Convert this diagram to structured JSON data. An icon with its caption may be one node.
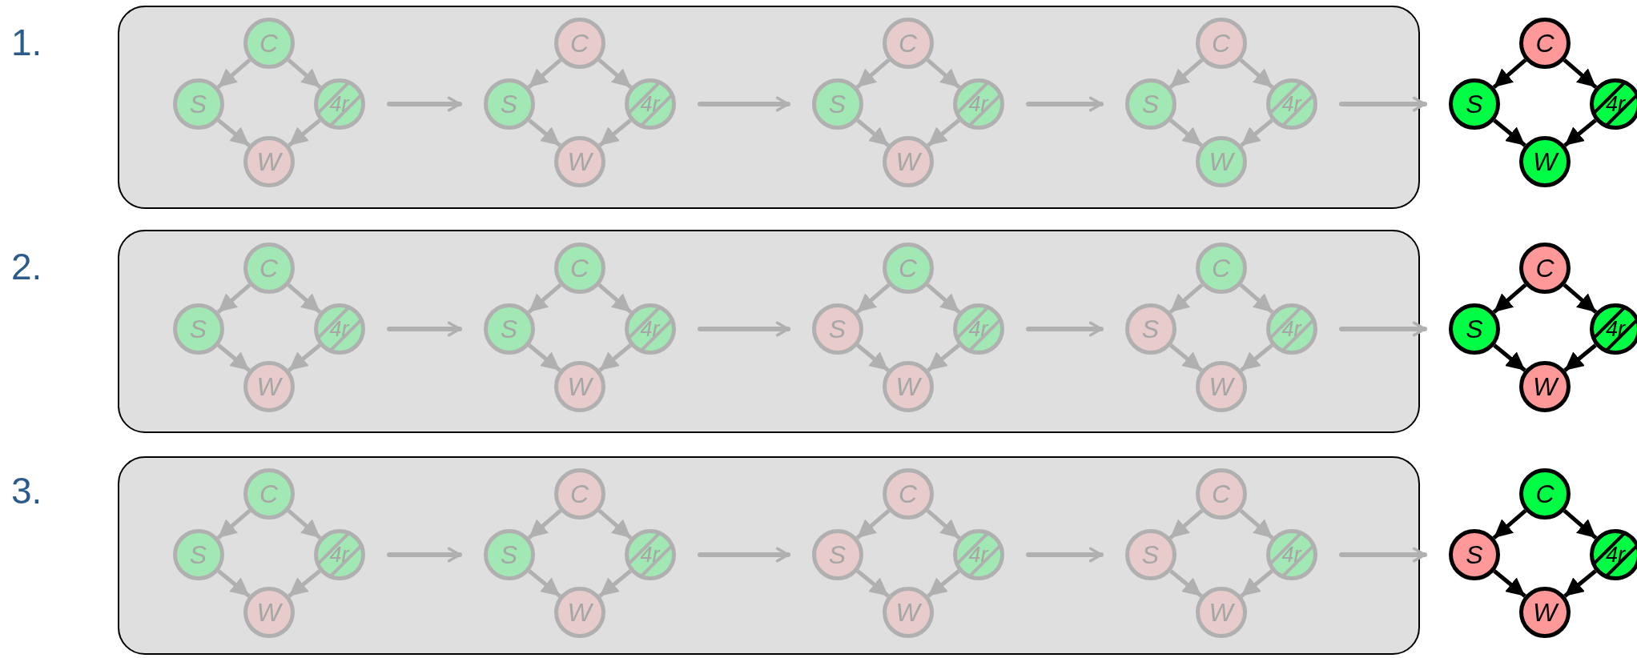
{
  "diagram": {
    "nodes": [
      {
        "text": [],
        "shape": "box"
      },
      {
        "text": [
          "C"
        ],
        "in": 0
      },
      {
        "text": [
          "S"
        ],
        "in": 0
      },
      {
        "text": [
          "4r"
        ],
        "in": 0
      },
      {
        "text": [
          "W"
        ],
        "in": 0
      },
      {
        "text": [
          "C"
        ],
        "in": 0
      },
      {
        "text": [
          "S"
        ],
        "in": 0
      },
      {
        "text": [
          "4r"
        ],
        "in": 0
      },
      {
        "text": [
          "W"
        ],
        "in": 0
      },
      {
        "text": [
          "C"
        ],
        "in": 0
      },
      {
        "text": [
          "S"
        ],
        "in": 0
      },
      {
        "text": [
          "4r"
        ],
        "in": 0
      },
      {
        "text": [
          "W"
        ],
        "in": 0
      },
      {
        "text": [
          "C"
        ],
        "in": 0
      },
      {
        "text": [
          "S"
        ],
        "in": 0
      },
      {
        "text": [
          "4r"
        ],
        "in": 0
      },
      {
        "text": [
          "W"
        ],
        "in": 0
      },
      {
        "text": [
          "C"
        ]
      },
      {
        "text": [
          "S"
        ]
      },
      {
        "text": [
          "4r"
        ]
      },
      {
        "text": [
          "W"
        ]
      },
      {
        "text": [],
        "shape": "box"
      },
      {
        "text": [
          "C"
        ],
        "in": 21
      },
      {
        "text": [
          "S"
        ],
        "in": 21
      },
      {
        "text": [
          "4r"
        ],
        "in": 21
      },
      {
        "text": [
          "W"
        ],
        "in": 21
      },
      {
        "text": [
          "C"
        ],
        "in": 21
      },
      {
        "text": [
          "S"
        ],
        "in": 21
      },
      {
        "text": [
          "4r"
        ],
        "in": 21
      },
      {
        "text": [
          "W"
        ],
        "in": 21
      },
      {
        "text": [
          "C"
        ],
        "in": 21
      },
      {
        "text": [
          "S"
        ],
        "in": 21
      },
      {
        "text": [
          "4r"
        ],
        "in": 21
      },
      {
        "text": [
          "W"
        ],
        "in": 21
      },
      {
        "text": [
          "C"
        ],
        "in": 21
      },
      {
        "text": [
          "S"
        ],
        "in": 21
      },
      {
        "text": [
          "4r"
        ],
        "in": 21
      },
      {
        "text": [
          "W"
        ],
        "in": 21
      },
      {
        "text": [
          "C"
        ]
      },
      {
        "text": [
          "S"
        ]
      },
      {
        "text": [
          "4r"
        ]
      },
      {
        "text": [
          "W"
        ]
      },
      {
        "text": [],
        "shape": "box"
      },
      {
        "text": [
          "C"
        ],
        "in": 42
      },
      {
        "text": [
          "S"
        ],
        "in": 42
      },
      {
        "text": [
          "4r"
        ],
        "in": 42
      },
      {
        "text": [
          "W"
        ],
        "in": 42
      },
      {
        "text": [
          "C"
        ],
        "in": 42
      },
      {
        "text": [
          "S"
        ],
        "in": 42
      },
      {
        "text": [
          "4r"
        ],
        "in": 42
      },
      {
        "text": [
          "W"
        ],
        "in": 42
      },
      {
        "text": [
          "C"
        ],
        "in": 42
      },
      {
        "text": [
          "S"
        ],
        "in": 42
      },
      {
        "text": [
          "4r"
        ],
        "in": 42
      },
      {
        "text": [
          "W"
        ],
        "in": 42
      },
      {
        "text": [
          "C"
        ],
        "in": 42
      },
      {
        "text": [
          "S"
        ],
        "in": 42
      },
      {
        "text": [
          "4r"
        ],
        "in": 42
      },
      {
        "text": [
          "W"
        ],
        "in": 42
      },
      {
        "text": [
          "C"
        ]
      },
      {
        "text": [
          "S"
        ]
      },
      {
        "text": [
          "4r"
        ]
      },
      {
        "text": [
          "W"
        ]
      }
    ],
    "edges": [
      {
        "from": 1,
        "to": 2,
        "arrow": "to"
      },
      {
        "from": 1,
        "to": 3,
        "arrow": "to"
      },
      {
        "from": 2,
        "to": 4,
        "arrow": "to"
      },
      {
        "from": 3,
        "to": 4,
        "arrow": "to"
      },
      {
        "from": 3,
        "to": 6,
        "arrow": "to"
      },
      {
        "from": 5,
        "to": 6,
        "arrow": "to"
      },
      {
        "from": 5,
        "to": 7,
        "arrow": "to"
      },
      {
        "from": 6,
        "to": 8,
        "arrow": "to"
      },
      {
        "from": 7,
        "to": 8,
        "arrow": "to"
      },
      {
        "from": 7,
        "to": 10,
        "arrow": "to"
      },
      {
        "from": 9,
        "to": 10,
        "arrow": "to"
      },
      {
        "from": 9,
        "to": 11,
        "arrow": "to"
      },
      {
        "from": 10,
        "to": 12,
        "arrow": "to"
      },
      {
        "from": 11,
        "to": 12,
        "arrow": "to"
      },
      {
        "from": 11,
        "to": 14,
        "arrow": "to"
      },
      {
        "from": 13,
        "to": 14,
        "arrow": "to"
      },
      {
        "from": 13,
        "to": 15,
        "arrow": "to"
      },
      {
        "from": 14,
        "to": 16,
        "arrow": "to"
      },
      {
        "from": 15,
        "to": 16,
        "arrow": "to"
      },
      {
        "from": 15,
        "to": 18,
        "arrow": "to"
      },
      {
        "from": 17,
        "to": 18,
        "arrow": "to",
        "color": "#000000"
      },
      {
        "from": 17,
        "to": 19,
        "arrow": "to",
        "color": "#000000"
      },
      {
        "from": 18,
        "to": 20,
        "arrow": "to",
        "color": "#000000"
      },
      {
        "from": 19,
        "to": 20,
        "arrow": "to",
        "color": "#000000"
      },
      {
        "from": 22,
        "to": 23,
        "arrow": "to"
      },
      {
        "from": 22,
        "to": 24,
        "arrow": "to"
      },
      {
        "from": 23,
        "to": 25,
        "arrow": "to"
      },
      {
        "from": 24,
        "to": 25,
        "arrow": "to"
      },
      {
        "from": 24,
        "to": 27,
        "arrow": "to"
      },
      {
        "from": 26,
        "to": 27,
        "arrow": "to"
      },
      {
        "from": 26,
        "to": 28,
        "arrow": "to"
      },
      {
        "from": 27,
        "to": 29,
        "arrow": "to"
      },
      {
        "from": 28,
        "to": 29,
        "arrow": "to"
      },
      {
        "from": 28,
        "to": 31,
        "arrow": "to"
      },
      {
        "from": 30,
        "to": 31,
        "arrow": "to"
      },
      {
        "from": 30,
        "to": 32,
        "arrow": "to"
      },
      {
        "from": 31,
        "to": 33,
        "arrow": "to"
      },
      {
        "from": 32,
        "to": 33,
        "arrow": "to"
      },
      {
        "from": 32,
        "to": 35,
        "arrow": "to"
      },
      {
        "from": 34,
        "to": 35,
        "arrow": "to"
      },
      {
        "from": 34,
        "to": 36,
        "arrow": "to"
      },
      {
        "from": 35,
        "to": 37,
        "arrow": "to"
      },
      {
        "from": 36,
        "to": 37,
        "arrow": "to"
      },
      {
        "from": 36,
        "to": 39,
        "arrow": "to"
      },
      {
        "from": 38,
        "to": 39,
        "arrow": "to",
        "color": "#000000"
      },
      {
        "from": 38,
        "to": 40,
        "arrow": "to",
        "color": "#000000"
      },
      {
        "from": 39,
        "to": 41,
        "arrow": "to",
        "color": "#000000"
      },
      {
        "from": 40,
        "to": 41,
        "arrow": "to",
        "color": "#000000"
      },
      {
        "from": 43,
        "to": 44,
        "arrow": "to"
      },
      {
        "from": 43,
        "to": 45,
        "arrow": "to"
      },
      {
        "from": 44,
        "to": 46,
        "arrow": "to"
      },
      {
        "from": 45,
        "to": 46,
        "arrow": "to"
      },
      {
        "from": 45,
        "to": 48,
        "arrow": "to"
      },
      {
        "from": 47,
        "to": 48,
        "arrow": "to"
      },
      {
        "from": 47,
        "to": 49,
        "arrow": "to"
      },
      {
        "from": 48,
        "to": 50,
        "arrow": "to"
      },
      {
        "from": 49,
        "to": 50,
        "arrow": "to"
      },
      {
        "from": 49,
        "to": 52,
        "arrow": "to"
      },
      {
        "from": 51,
        "to": 52,
        "arrow": "to"
      },
      {
        "from": 51,
        "to": 53,
        "arrow": "to"
      },
      {
        "from": 52,
        "to": 54,
        "arrow": "to"
      },
      {
        "from": 53,
        "to": 54,
        "arrow": "to"
      },
      {
        "from": 53,
        "to": 56,
        "arrow": "to"
      },
      {
        "from": 55,
        "to": 56,
        "arrow": "to"
      },
      {
        "from": 55,
        "to": 57,
        "arrow": "to"
      },
      {
        "from": 56,
        "to": 58,
        "arrow": "to"
      },
      {
        "from": 57,
        "to": 58,
        "arrow": "to"
      },
      {
        "from": 57,
        "to": 60,
        "arrow": "to"
      },
      {
        "from": 59,
        "to": 60,
        "arrow": "to",
        "color": "#000000"
      },
      {
        "from": 59,
        "to": 61,
        "arrow": "to",
        "color": "#000000"
      },
      {
        "from": 60,
        "to": 62,
        "arrow": "to",
        "color": "#000000"
      },
      {
        "from": 61,
        "to": 62,
        "arrow": "to",
        "color": "#000000"
      }
    ],
    "labels": [
      "1.",
      "2.",
      "3."
    ]
  }
}
